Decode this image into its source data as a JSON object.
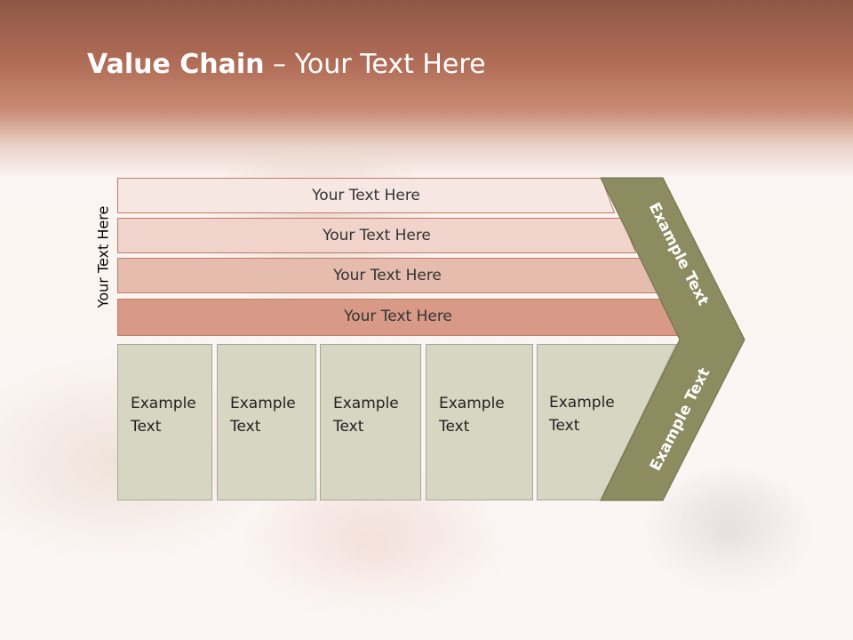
{
  "title": {
    "bold": "Value Chain",
    "rest": " – Your Text Here"
  },
  "side_label": "Your Text Here",
  "bars": [
    {
      "label": "Your Text Here",
      "fill": "#f6e7e3"
    },
    {
      "label": "Your Text Here",
      "fill": "#f0d3cb"
    },
    {
      "label": "Your Text Here",
      "fill": "#e6bcaf"
    },
    {
      "label": "Your Text Here",
      "fill": "#d89a86"
    }
  ],
  "boxes": [
    {
      "line1": "Example",
      "line2": "Text"
    },
    {
      "line1": "Example",
      "line2": "Text"
    },
    {
      "line1": "Example",
      "line2": "Text"
    },
    {
      "line1": "Example",
      "line2": "Text"
    },
    {
      "line1": "Example",
      "line2": "Text"
    }
  ],
  "chevron": {
    "upper_text": "Example Text",
    "lower_text": "Example Text",
    "fill": "#8c8c60"
  },
  "colors": {
    "header": "#b06c56",
    "box_fill": "#d6d6c2",
    "bar_border": "#c07a66"
  }
}
